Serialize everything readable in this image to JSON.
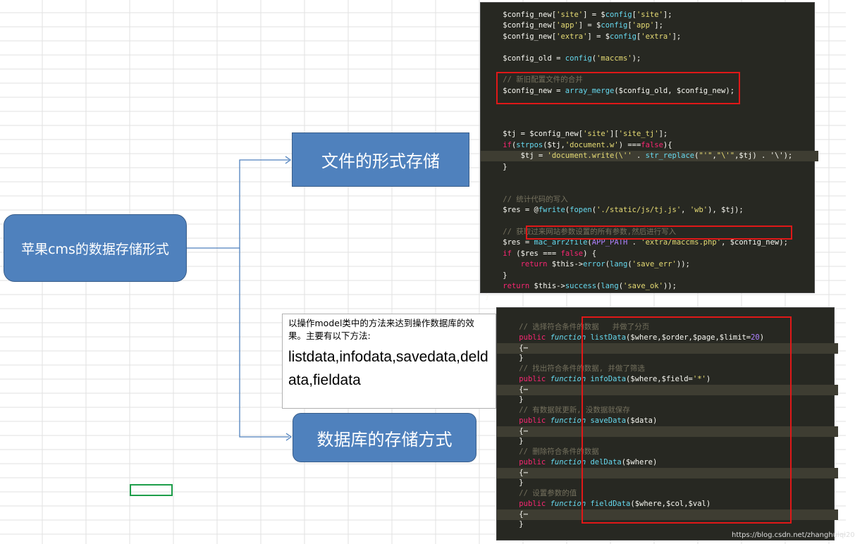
{
  "nodes": {
    "root": "苹果cms的数据存储形式",
    "file_storage": "文件的形式存储",
    "db_storage": "数据库的存储方式"
  },
  "note": {
    "description": "以操作model类中的方法来达到操作数据库的效果。主要有以下方法:",
    "methods": "listdata,infodata,savedata,deldata,fieldata"
  },
  "code1_lines": [
    "    $config_new['site'] = $config['site'];",
    "    $config_new['app'] = $config['app'];",
    "    $config_new['extra'] = $config['extra'];",
    "",
    "    $config_old = config('maccms');",
    "",
    "    // 新旧配置文件的合并",
    "    $config_new = array_merge($config_old, $config_new);",
    "",
    "",
    "",
    "    $tj = $config_new['site']['site_tj'];",
    "    if(strpos($tj,'document.w') ===false){",
    "        $tj = 'document.write(\\'' . str_replace(\"'\",\"\\'\",$tj) . '\\');",
    "    }",
    "",
    "",
    "    // 统计代码的写入",
    "    $res = @fwrite(fopen('./static/js/tj.js', 'wb'), $tj);",
    "",
    "    // 获取过来网站参数设置的所有参数,然后进行写入",
    "    $res = mac_arr2file(APP_PATH . 'extra/maccms.php', $config_new);",
    "    if ($res === false) {",
    "        return $this->error(lang('save_err'));",
    "    }",
    "    return $this->success(lang('save_ok'));",
    "}"
  ],
  "code2_lines": [
    "    // 选择符合条件的数据   并做了分页",
    "    public function listData($where,$order,$page,$limit=20)",
    "    {⋯",
    "    }",
    "    // 找出符合条件的数据, 并做了筛选",
    "    public function infoData($where,$field='*')",
    "    {⋯",
    "    }",
    "    // 有数据就更新, 没数据就保存",
    "    public function saveData($data)",
    "    {⋯",
    "    }",
    "    // 删除符合条件的数据",
    "    public function delData($where)",
    "    {⋯",
    "    }",
    "    // 设置参数的值",
    "    public function fieldData($where,$col,$val)",
    "    {⋯",
    "    }"
  ],
  "watermark": "https://blog.csdn.net/zhanghuiqi20",
  "colors": {
    "node_fill": "#4f81bd",
    "node_border": "#385d8a",
    "connector": "#4f81bd",
    "code_bg": "#272822",
    "highlight_box": "#e01818"
  }
}
